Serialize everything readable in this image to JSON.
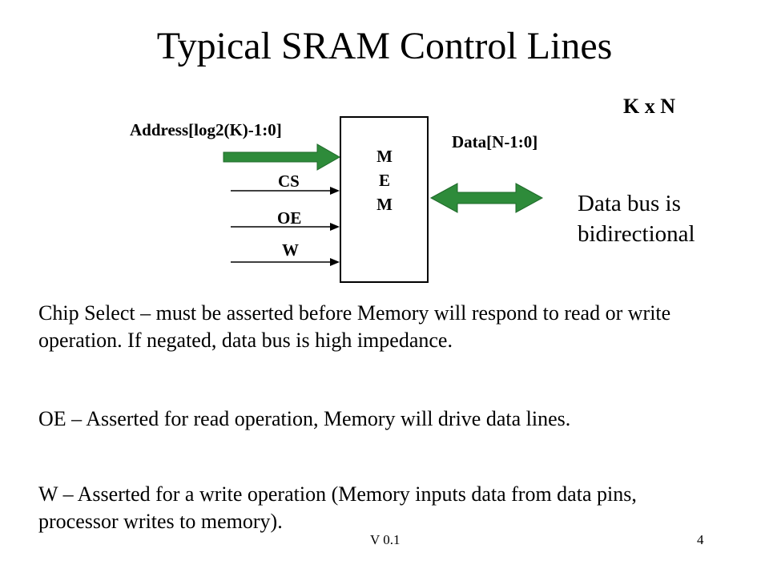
{
  "title": "Typical SRAM Control Lines",
  "diagram": {
    "size_label": "K x N",
    "address_label": "Address[log2(K)-1:0]",
    "data_label": "Data[N-1:0]",
    "cs_label": "CS",
    "oe_label": "OE",
    "w_label": "W",
    "mem_letters": [
      "M",
      "E",
      "M"
    ],
    "bus_note_line1": "Data bus is",
    "bus_note_line2": "bidirectional",
    "arrow_color": "#2e8b3a"
  },
  "paragraphs": [
    "Chip Select – must be asserted before Memory will respond to read or write operation.  If negated, data bus is high impedance.",
    "OE – Asserted for read operation, Memory will drive data lines.",
    "W – Asserted for a write operation (Memory inputs data from data pins, processor writes to memory)."
  ],
  "footer": {
    "version": "V 0.1",
    "page": "4"
  }
}
